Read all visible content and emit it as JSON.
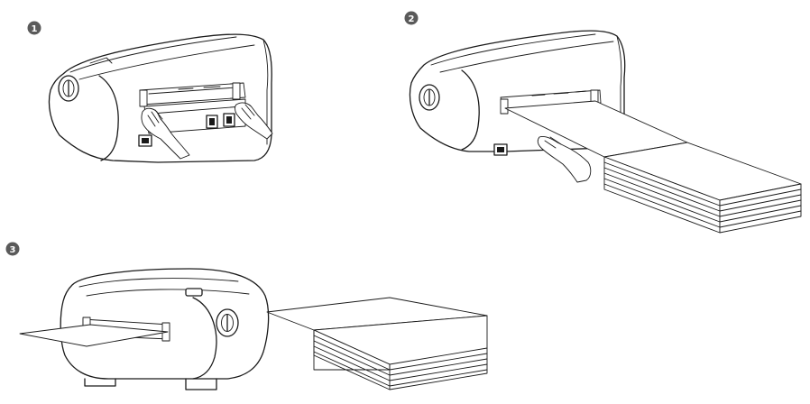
{
  "steps": [
    {
      "label": "1"
    },
    {
      "label": "2"
    },
    {
      "label": "3"
    }
  ],
  "colors": {
    "line": "#1a1a1a",
    "background": "#ffffff",
    "badge": "#5a5a5a"
  }
}
